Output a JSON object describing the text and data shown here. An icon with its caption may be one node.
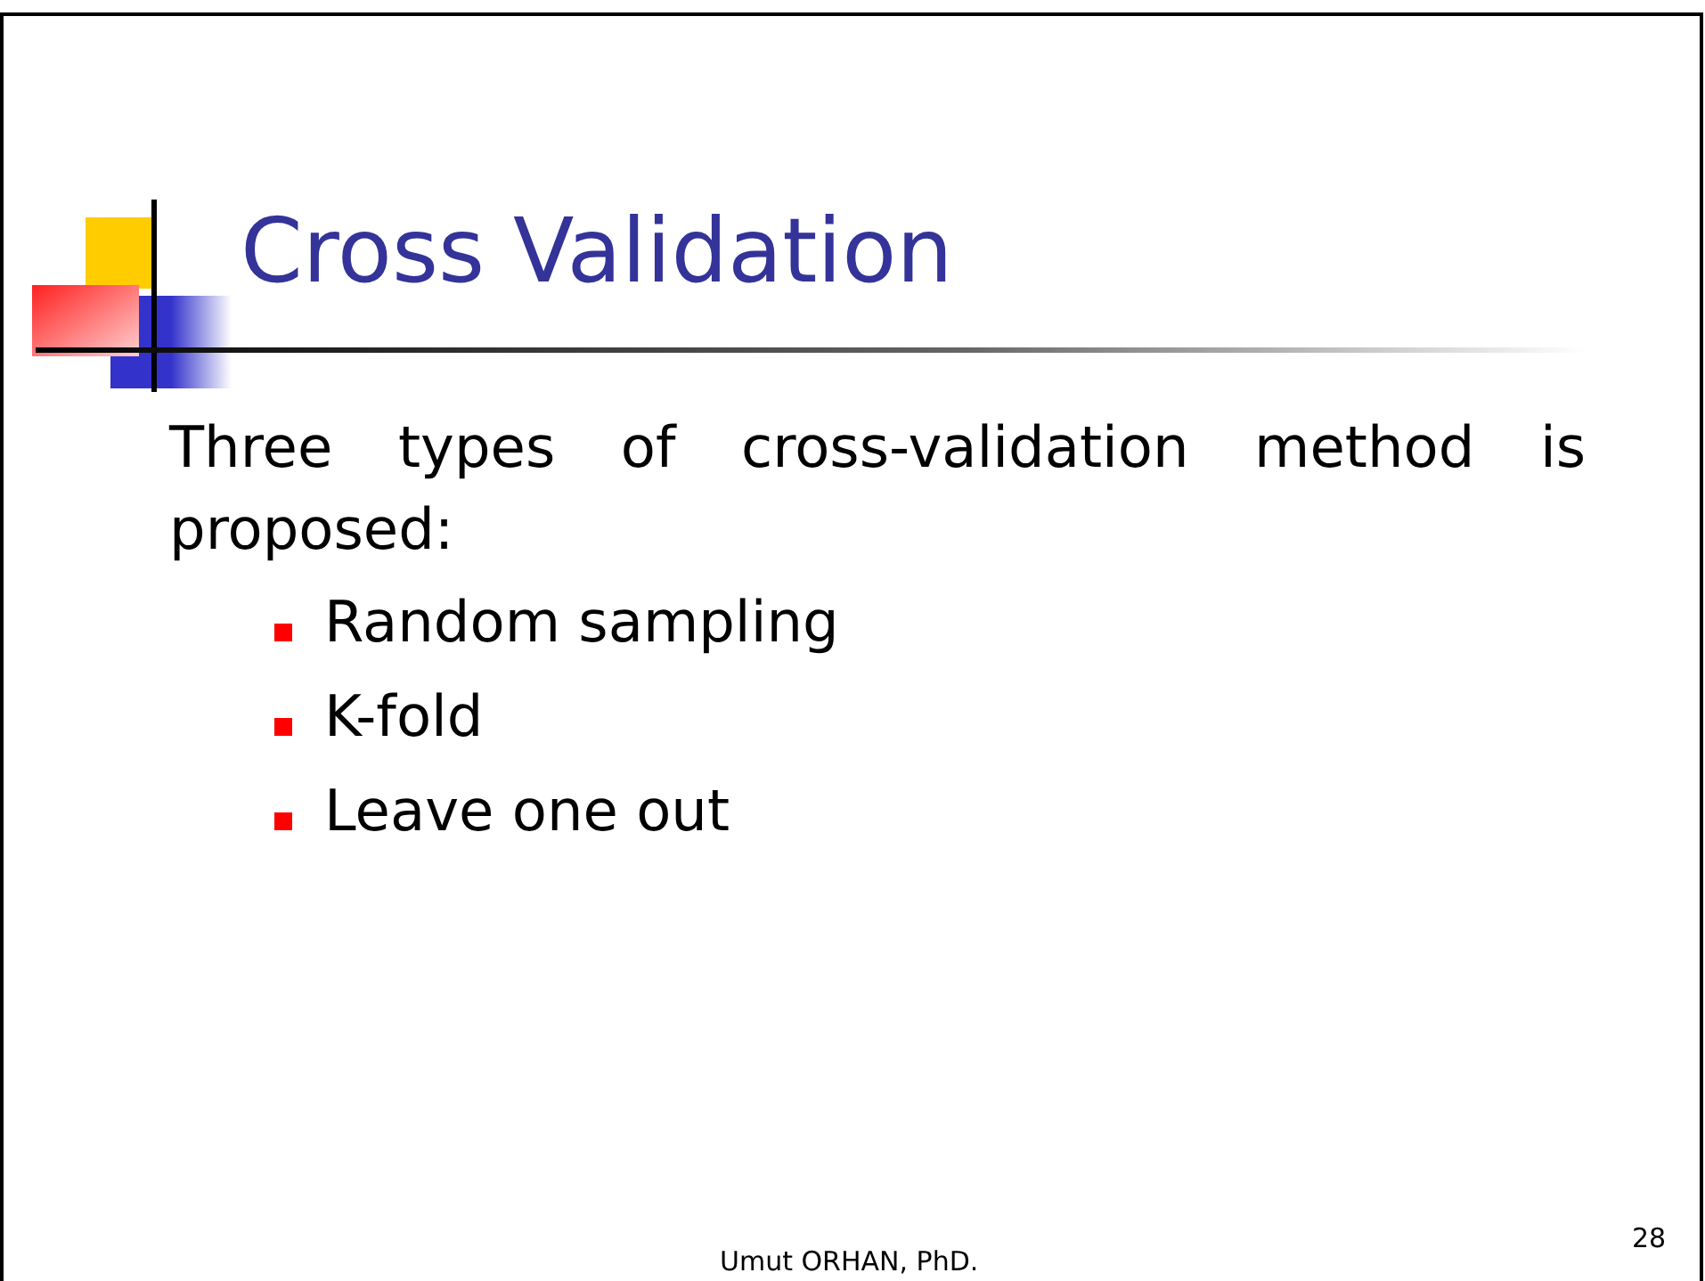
{
  "diagram": {
    "title": "Cross Validation",
    "labels": [
      "Three types of cross-validation method is proposed:",
      "Random sampling",
      "K-fold",
      "Leave one out",
      "Umut ORHAN, PhD.",
      "28"
    ]
  }
}
